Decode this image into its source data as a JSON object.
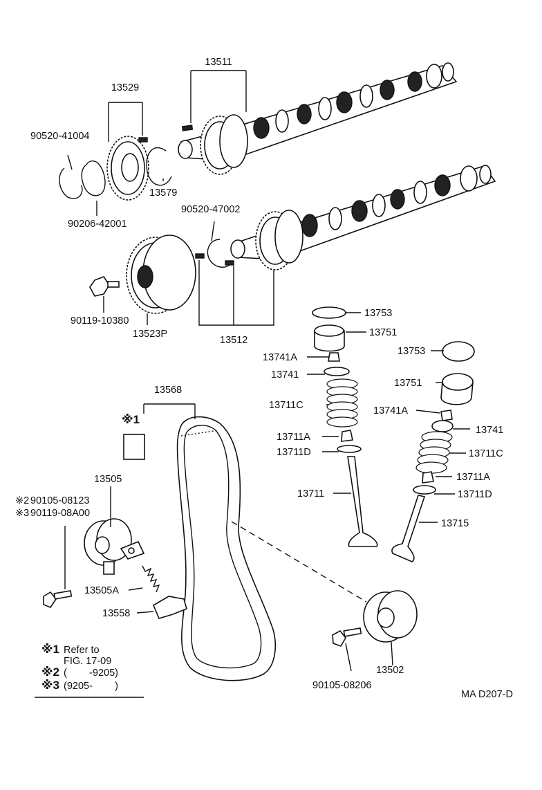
{
  "parts": {
    "p13511": "13511",
    "p13529": "13529",
    "p90520_41004": "90520-41004",
    "p13579": "13579",
    "p90206_42001": "90206-42001",
    "p90520_47002": "90520-47002",
    "p90119_10380": "90119-10380",
    "p13523P": "13523P",
    "p13512": "13512",
    "p13753_a": "13753",
    "p13751_a": "13751",
    "p13741A_a": "13741A",
    "p13741_a": "13741",
    "p13711C_a": "13711C",
    "p13711A_a": "13711A",
    "p13711D_a": "13711D",
    "p13711": "13711",
    "p13753_b": "13753",
    "p13751_b": "13751",
    "p13741A_b": "13741A",
    "p13741_b": "13741",
    "p13711C_b": "13711C",
    "p13711A_b": "13711A",
    "p13711D_b": "13711D",
    "p13715": "13715",
    "p13568": "13568",
    "p13505": "13505",
    "p90105_08123": "90105-08123",
    "p90119_08A00": "90119-08A00",
    "p13505A": "13505A",
    "p13558": "13558",
    "p90105_08206": "90105-08206",
    "p13502": "13502"
  },
  "markers": {
    "m1": "※1",
    "m2": "※2",
    "m3": "※3"
  },
  "notes": {
    "n1_mark": "※1",
    "n1_line1": "Refer to",
    "n1_line2": "FIG. 17-09",
    "n2_mark": "※2",
    "n2_text": "(        -9205)",
    "n3_mark": "※3",
    "n3_text": "(9205-        )"
  },
  "figure_code": "MA D207-D"
}
